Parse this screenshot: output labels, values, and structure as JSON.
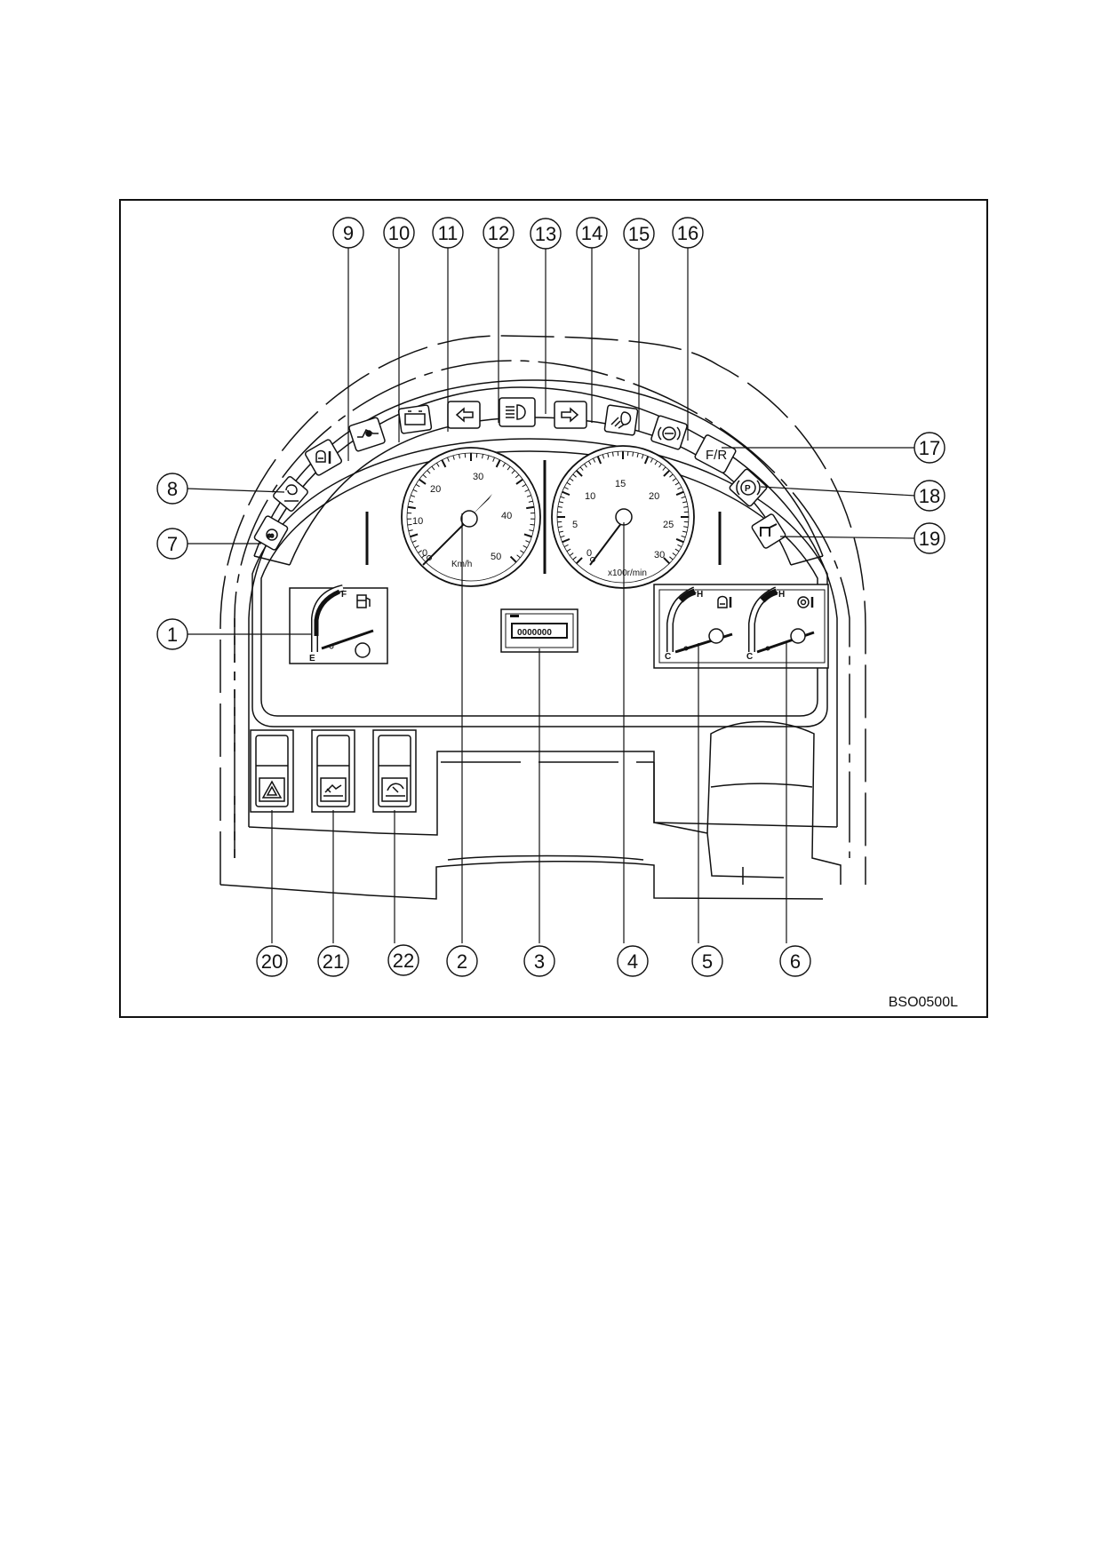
{
  "figure": {
    "code": "BSO0500L"
  },
  "callouts": {
    "c1": "1",
    "c2": "2",
    "c3": "3",
    "c4": "4",
    "c5": "5",
    "c6": "6",
    "c7": "7",
    "c8": "8",
    "c9": "9",
    "c10": "10",
    "c11": "11",
    "c12": "12",
    "c13": "13",
    "c14": "14",
    "c15": "15",
    "c16": "16",
    "c17": "17",
    "c18": "18",
    "c19": "19",
    "c20": "20",
    "c21": "21",
    "c22": "22"
  },
  "speedometer": {
    "ticks": [
      "0",
      "10",
      "20",
      "30",
      "40",
      "50"
    ],
    "unit": "Km/h"
  },
  "tachometer": {
    "ticks": [
      "0",
      "5",
      "10",
      "15",
      "20",
      "25",
      "30"
    ],
    "unit": "x100r/min"
  },
  "gauges": {
    "fuel": {
      "high": "F",
      "low": "E"
    },
    "coolant": {
      "high": "H",
      "low": "C"
    },
    "transmission": {
      "high": "H",
      "low": "C"
    }
  },
  "indicators": {
    "fr_label": "F/R",
    "parking_label": "P",
    "hourmeter_value": "0000000"
  },
  "icons": {
    "i7": "glow-plug-icon",
    "i8": "engine-preheat-icon",
    "i9": "coolant-temperature-warning-icon",
    "i10": "engine-oil-pressure-icon",
    "i11": "battery-charge-icon",
    "i12": "left-turn-signal-icon",
    "i13": "high-beam-icon",
    "i14": "right-turn-signal-icon",
    "i15": "work-light-icon",
    "i16": "brake-warning-icon",
    "i18": "parking-brake-icon",
    "i19": "transmission-indicator-icon",
    "s20": "hazard-switch-icon",
    "s21": "front-work-lamp-switch-icon",
    "s22": "rear-work-lamp-switch-icon"
  }
}
